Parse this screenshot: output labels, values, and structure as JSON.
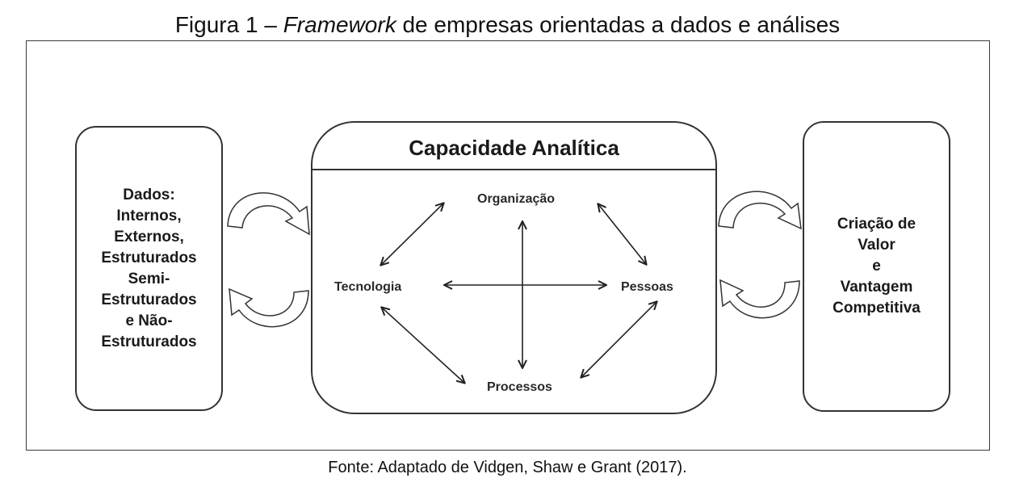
{
  "figure_caption": {
    "prefix": "Figura 1 – ",
    "italic": "Framework",
    "suffix": " de empresas orientadas a dados e análises"
  },
  "left_box": {
    "lines": [
      "Dados:",
      "Internos,",
      "Externos,",
      "Estruturados",
      "Semi-",
      "Estruturados",
      "e Não-",
      "Estruturados"
    ]
  },
  "center_box": {
    "title": "Capacidade Analítica",
    "nodes": {
      "top": "Organização",
      "left": "Tecnologia",
      "right": "Pessoas",
      "bottom": "Processos"
    }
  },
  "right_box": {
    "lines": [
      "Criação de",
      "Valor",
      "e",
      "Vantagem",
      "Competitiva"
    ]
  },
  "source_caption": "Fonte: Adaptado de Vidgen, Shaw e Grant (2017)."
}
